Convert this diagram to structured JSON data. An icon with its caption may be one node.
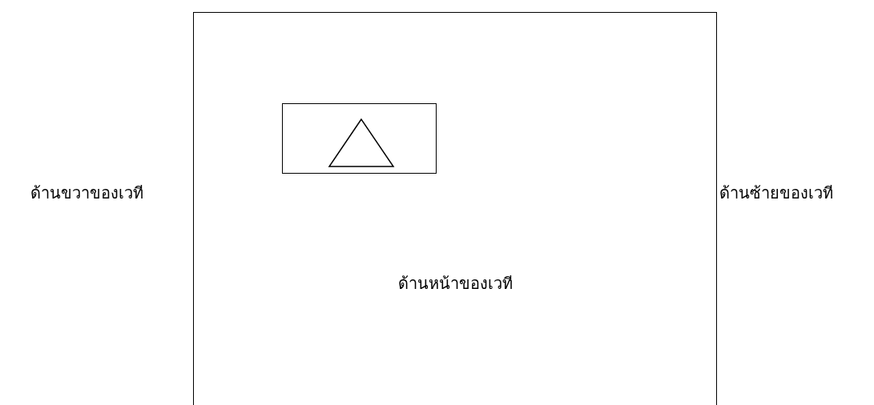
{
  "diagram": {
    "nodes": [
      {
        "text": [
          "ด้านหน้าของเวที"
        ]
      },
      {
        "text": [],
        "shape": "box",
        "in": 0
      },
      {
        "text": [],
        "shape": "triangle",
        "in": 1
      }
    ],
    "labels": [
      "ด้านขวาของเวที",
      "ด้านซ้ายของเวที"
    ]
  }
}
